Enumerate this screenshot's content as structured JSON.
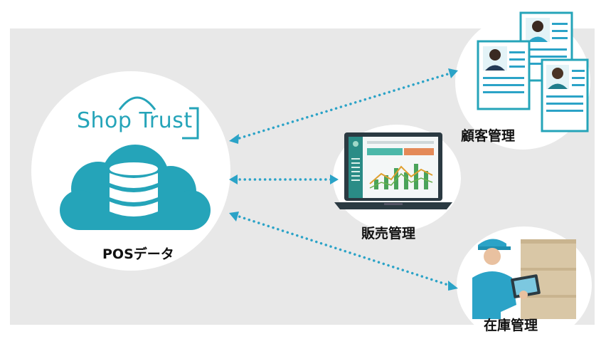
{
  "hub": {
    "logo_text": "Shop Trust",
    "label": "POSデータ",
    "icon": "cloud-database-icon"
  },
  "nodes": {
    "customer": {
      "label": "顧客管理",
      "icon": "customer-profile-cards-icon"
    },
    "sales": {
      "label": "販売管理",
      "icon": "laptop-dashboard-icon"
    },
    "inventory": {
      "label": "在庫管理",
      "icon": "worker-with-tablet-icon"
    }
  },
  "colors": {
    "teal": "#25a4b9",
    "connector": "#2ba3c7",
    "panel_bg": "#e8e8e8"
  }
}
